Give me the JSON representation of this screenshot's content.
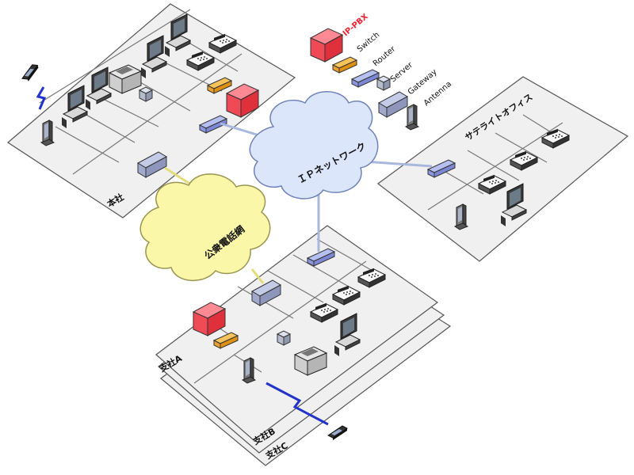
{
  "offices": {
    "honsha": "本社",
    "satellite": "サテライトオフィス",
    "branch_a": "支社A",
    "branch_b": "支社B",
    "branch_c": "支社C"
  },
  "networks": {
    "ip_network": "ＩＰネットワーク",
    "pstn": "公衆電話網"
  },
  "legend": {
    "ippbx": "IP-PBX",
    "switch": "Switch",
    "router": "Router",
    "server": "Server",
    "gateway": "Gateway",
    "antenna": "Antenna"
  },
  "colors": {
    "ippbx": "#ee3344",
    "switch": "#f0a020",
    "router": "#9aa6ea",
    "server": "#aab3c8",
    "ip_cloud": "#dce6fb",
    "pstn_cloud": "#fbf7a8",
    "wireless": "#2233cc"
  }
}
